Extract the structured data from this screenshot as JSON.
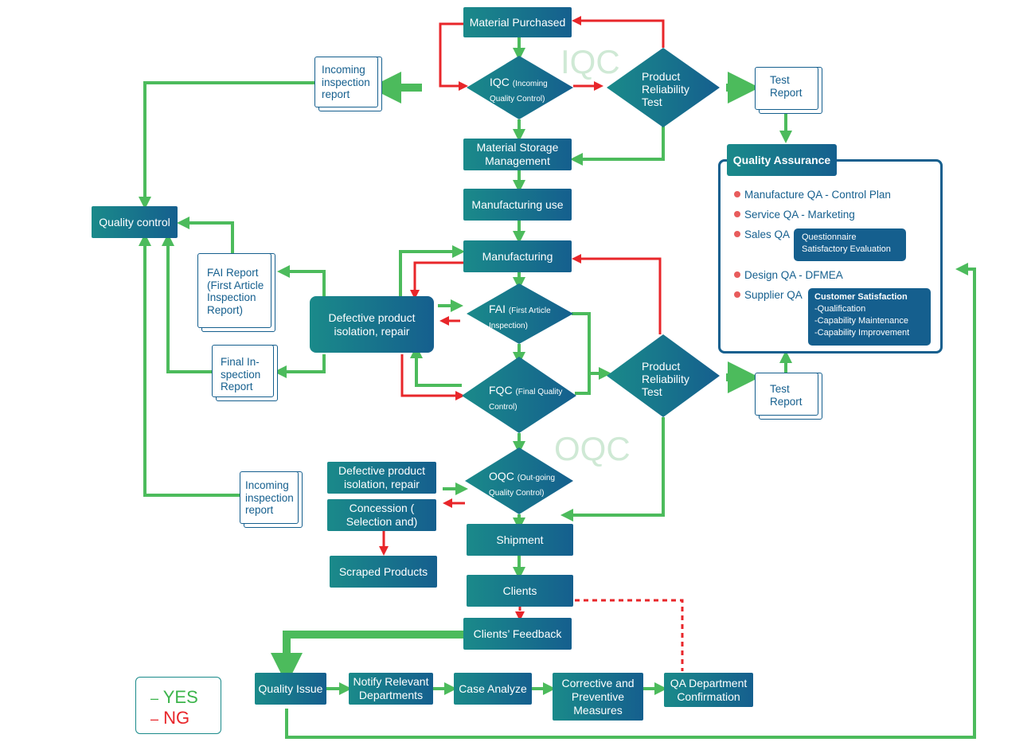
{
  "watermarks": {
    "iqc": "IQC",
    "oqc": "OQC"
  },
  "nodes": {
    "material_purchased": "Material Purchased",
    "material_storage": "Material Storage Management",
    "manufacturing_use": "Manufacturing use",
    "manufacturing": "Manufacturing",
    "quality_control": "Quality control",
    "defective_isolation_mid": "Defective product isolation, repair",
    "defective_isolation_low": "Defective product isolation, repair",
    "concession": "Concession ( Selection and)",
    "scraped": "Scraped Products",
    "shipment": "Shipment",
    "clients": "Clients",
    "clients_feedback": "Clients’ Feedback",
    "quality_issue": "Quality Issue",
    "notify": "Notify Relevant Departments",
    "case_analyze": "Case Analyze",
    "corrective": "Corrective and Preventive Measures",
    "qa_confirm": "QA Department Confirmation"
  },
  "decisions": {
    "iqc_main": "IQC",
    "iqc_sub": "(Incoming Quality Control)",
    "fai_main": "FAI",
    "fai_sub": "(First Article Inspection)",
    "fqc_main": "FQC",
    "fqc_sub": "(Final Quality Control)",
    "oqc_main": "OQC",
    "oqc_sub": "(Out-going Quality Control)",
    "reliability_top": "Product Reliability Test",
    "reliability_mid": "Product Reliability Test"
  },
  "documents": {
    "incoming_report_top": "Incoming inspection report",
    "test_report_top": "Test Report",
    "fai_report": "FAI Report (First Article Inspection Report)",
    "final_report": "Final In- spection Report",
    "incoming_report_low": "Incoming inspection report",
    "test_report_low": "Test Report"
  },
  "quality_assurance": {
    "title": "Quality Assurance",
    "items": [
      "Manufacture QA - Control Plan",
      "Service QA - Marketing",
      "Sales QA",
      "Design QA - DFMEA",
      "Supplier QA"
    ],
    "sales_sub": "Questionnaire Satisfactory Evaluation",
    "supplier_sub_title": "Customer Satisfaction",
    "supplier_sub_lines": [
      "-Qualification",
      "-Capability Maintenance",
      "-Capability Improvement"
    ]
  },
  "legend": {
    "yes": "YES",
    "ng": "NG",
    "yes_color": "#3cb44b",
    "ng_color": "#e8262a"
  },
  "colors": {
    "green": "#4cbb5c",
    "red": "#e8262a",
    "blue": "#155f8e",
    "teal": "#1a8a8a"
  }
}
